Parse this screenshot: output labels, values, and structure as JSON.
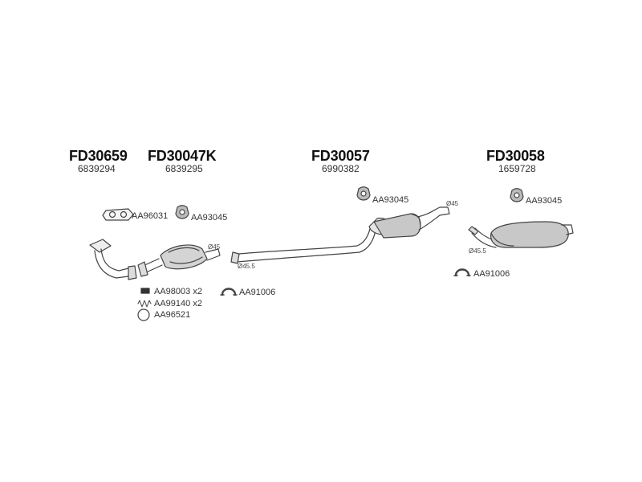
{
  "groups": [
    {
      "code": "FD30659",
      "number": "6839294"
    },
    {
      "code": "FD30047K",
      "number": "6839295"
    },
    {
      "code": "FD30057",
      "number": "6990382"
    },
    {
      "code": "FD30058",
      "number": "1659728"
    }
  ],
  "parts": {
    "gasket_front": "AA96031",
    "mount_a": "AA93045",
    "mount_b": "AA93045",
    "mount_c": "AA93045",
    "bolts": "AA98003",
    "bolts_qty": "x2",
    "springs": "AA99140",
    "springs_qty": "x2",
    "ring": "AA96521",
    "clamp_a": "AA91006",
    "clamp_b": "AA91006"
  },
  "dimensions": {
    "d1": "Ø45",
    "d2": "Ø45.5",
    "d3": "Ø45",
    "d4": "Ø45.5"
  }
}
